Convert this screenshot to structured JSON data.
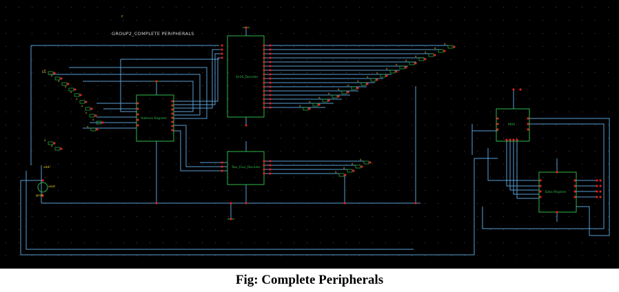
{
  "schematic": {
    "title": "GROUP2_COMPLETE PERIPHERALS",
    "top_marker": "c",
    "blocks": {
      "address_register": "Address Register",
      "decoder_4to16": "4x16_Decoder",
      "decoder_2to4": "Two_Four_Decoder",
      "mux": "MUX",
      "data_register": "Data Register"
    },
    "pin_label": "A",
    "port_labels": {
      "vdd": "vdd!",
      "gnd": "gnd!",
      "vout": "vout",
      "en": "En"
    },
    "colors": {
      "background": "#000000",
      "grid": "#4a4a4a",
      "wire": "#5aa0d6",
      "block": "#31b84a",
      "pin": "#e02020",
      "label": "#f0d020",
      "text": "#d8d8d8"
    }
  },
  "caption": "Fig: Complete Peripherals"
}
